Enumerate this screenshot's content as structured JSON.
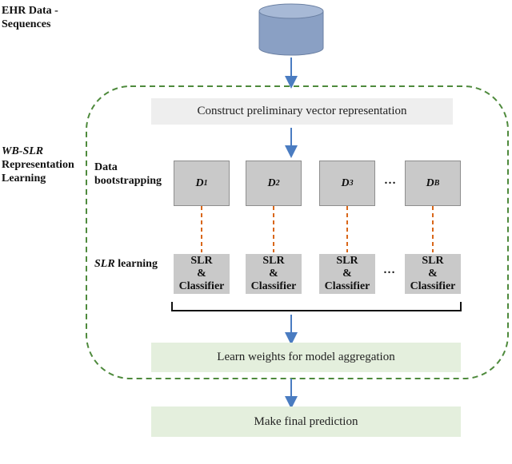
{
  "labels": {
    "ehr_line1": "EHR Data -",
    "ehr_line2": "Sequences",
    "wb_slr": "WB-SLR",
    "representation": "Representation",
    "learning": "Learning",
    "data": "Data",
    "bootstrapping": "bootstrapping",
    "slr_learning_italic": "SLR",
    "slr_learning_rest": " learning"
  },
  "boxes": {
    "construct": "Construct preliminary vector representation",
    "learn_weights": "Learn weights for model aggregation",
    "final": "Make final prediction"
  },
  "datasets": [
    {
      "letter": "D",
      "sub": "1"
    },
    {
      "letter": "D",
      "sub": "2"
    },
    {
      "letter": "D",
      "sub": "3"
    },
    {
      "letter": "D",
      "sub": "B"
    }
  ],
  "models": {
    "line1": "SLR",
    "line2": "&",
    "line3": "Classifier"
  },
  "ellipsis": "…",
  "colors": {
    "arrow": "#4a7cc1",
    "dashed_border": "#4e8a3c",
    "dashed_connector": "#d9671a",
    "box_grey": "#eeeeee",
    "box_green": "#e4efdd",
    "square": "#c9c9c9"
  }
}
